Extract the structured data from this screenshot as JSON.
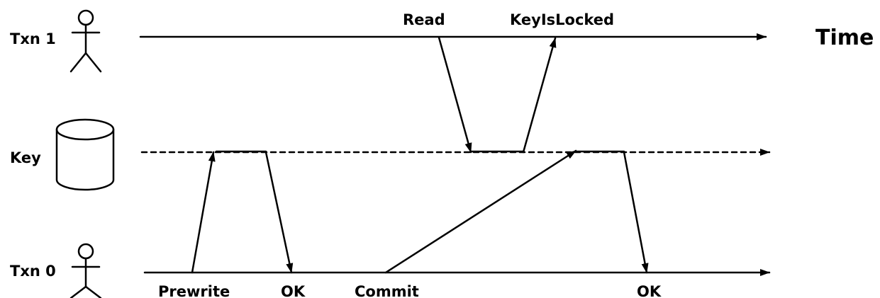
{
  "rows": {
    "txn1": "Txn 1",
    "key": "Key",
    "txn0": "Txn 0"
  },
  "time_label": "Time",
  "events": {
    "read": "Read",
    "key_is_locked": "KeyIsLocked",
    "prewrite": "Prewrite",
    "ok_prewrite": "OK",
    "commit": "Commit",
    "ok_commit": "OK"
  },
  "colors": {
    "line": "#000000",
    "background": "#ffffff"
  },
  "icons": {
    "txn1": "person-icon",
    "key": "database-icon",
    "txn0": "person-icon"
  }
}
